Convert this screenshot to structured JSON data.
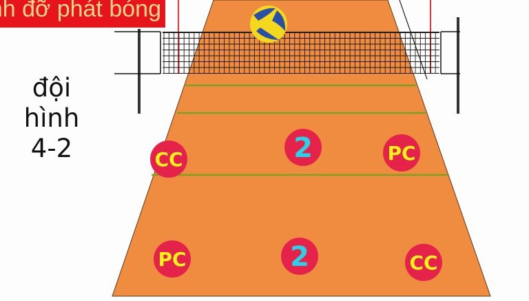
{
  "banner": {
    "text": "i hình đỡ phát bóng"
  },
  "formation_label": {
    "line1": "đội",
    "line2": "hình",
    "line3": "4-2"
  },
  "colors": {
    "court": "#ef8c40",
    "lines": "#7aa21e",
    "player": "#e5234a",
    "role_text": "#f7f21a",
    "number_text": "#28d2ea",
    "banner": "#e8141c"
  },
  "players": [
    {
      "label": "CC",
      "kind": "role"
    },
    {
      "label": "2",
      "kind": "number"
    },
    {
      "label": "PC",
      "kind": "role"
    },
    {
      "label": "PC",
      "kind": "role"
    },
    {
      "label": "2",
      "kind": "number"
    },
    {
      "label": "CC",
      "kind": "role"
    }
  ]
}
